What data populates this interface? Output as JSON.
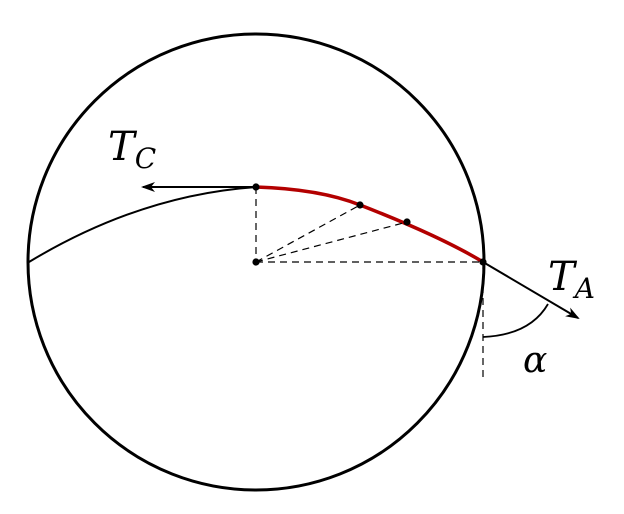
{
  "labels": {
    "tension_c": "T",
    "tension_c_sub": "C",
    "tension_a": "T",
    "tension_a_sub": "A",
    "angle": "α"
  },
  "colors": {
    "stroke": "#000000",
    "highlight_arc": "#b30000",
    "background": "#ffffff"
  }
}
